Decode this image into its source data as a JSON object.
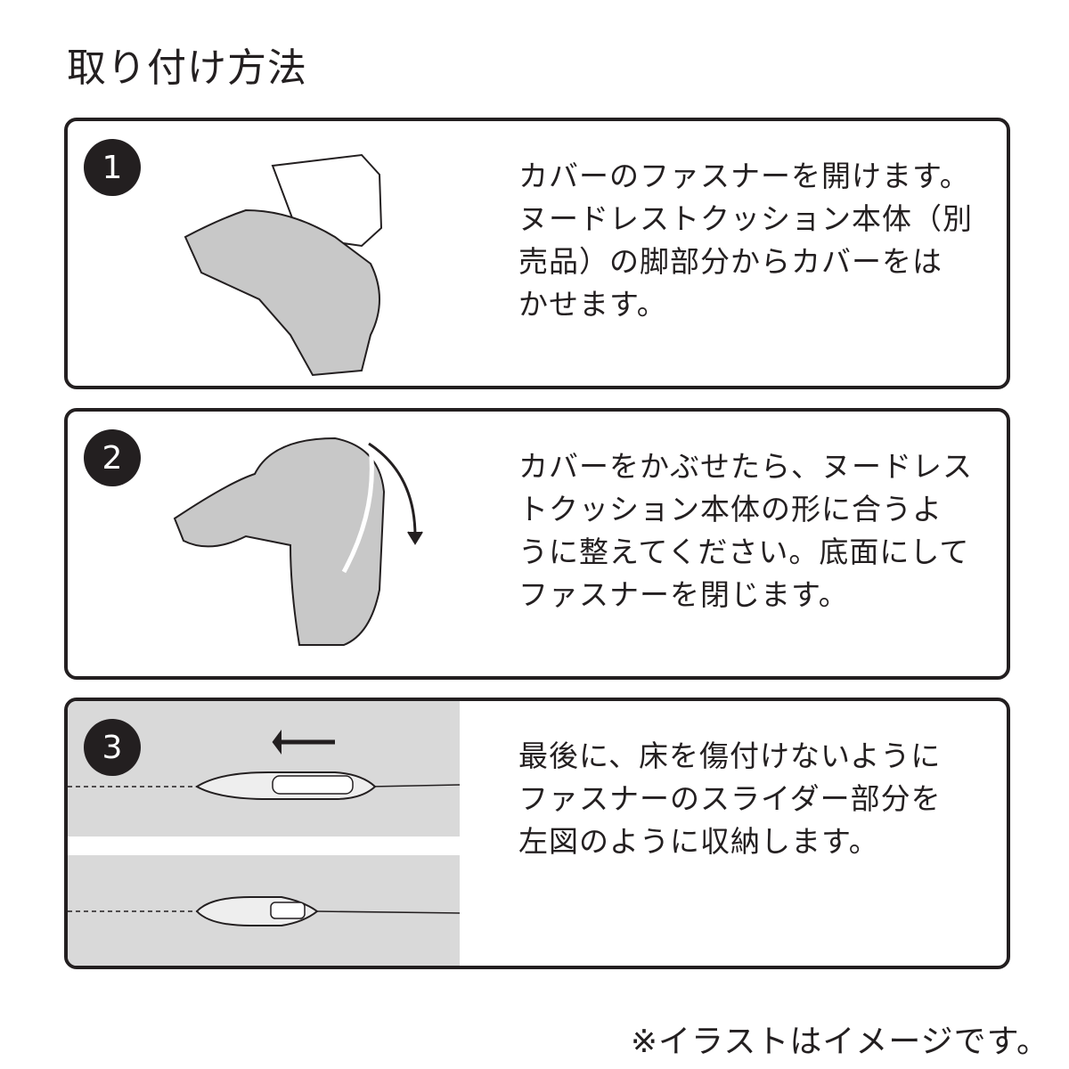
{
  "title": "取り付け方法",
  "steps": [
    {
      "number": "1",
      "lines": [
        "カバーのファスナーを開けます。",
        "ヌードレストクッション本体（別",
        "売品）の脚部分からカバーをは",
        "かせます。"
      ]
    },
    {
      "number": "2",
      "lines": [
        "カバーをかぶせたら、ヌードレス",
        "トクッション本体の形に合うよ",
        "うに整えてください。底面にして",
        "ファスナーを閉じます。"
      ]
    },
    {
      "number": "3",
      "lines": [
        "最後に、床を傷付けないように",
        "ファスナーのスライダー部分を",
        "左図のように収納します。"
      ]
    }
  ],
  "footnote": "※イラストはイメージです。"
}
